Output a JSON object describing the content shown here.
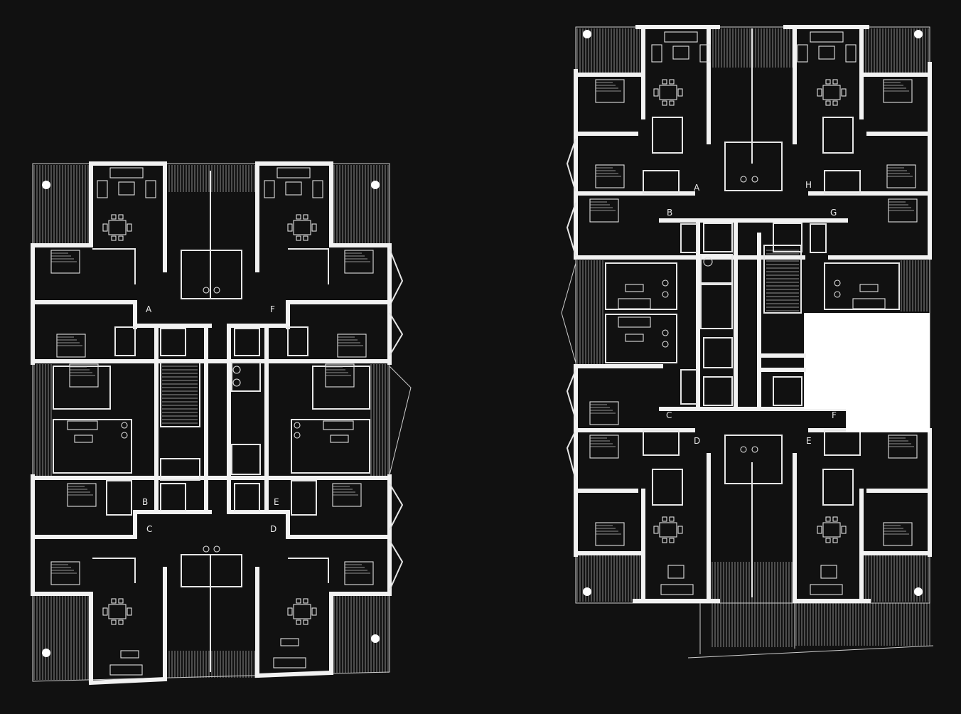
{
  "colors": {
    "background": "#111111",
    "lines": "#f2f2f2",
    "fill": "#ffffff"
  },
  "plans": [
    {
      "name": "left-floor-plan",
      "unit_labels": [
        "A",
        "F",
        "B",
        "E",
        "C",
        "D"
      ]
    },
    {
      "name": "right-floor-plan",
      "unit_labels": [
        "A",
        "H",
        "B",
        "G",
        "C",
        "F",
        "D",
        "E"
      ]
    }
  ]
}
